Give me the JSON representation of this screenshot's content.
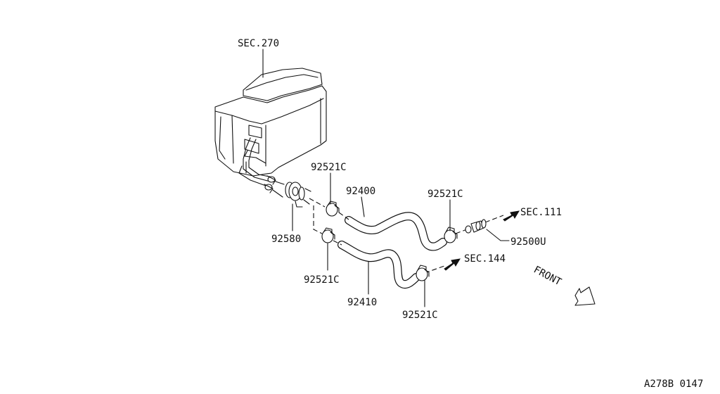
{
  "diagram": {
    "callouts": {
      "sec270": "SEC.270",
      "sec111": "SEC.111",
      "sec144": "SEC.144",
      "clamp_top": "92521C",
      "hose_92400": "92400",
      "clamp_right": "92521C",
      "valve_92500u": "92500U",
      "pipe_92580": "92580",
      "clamp_mid": "92521C",
      "hose_92410": "92410",
      "clamp_bottom": "92521C"
    },
    "front_label": "FRONT",
    "figure_code": "A278B 0147"
  }
}
